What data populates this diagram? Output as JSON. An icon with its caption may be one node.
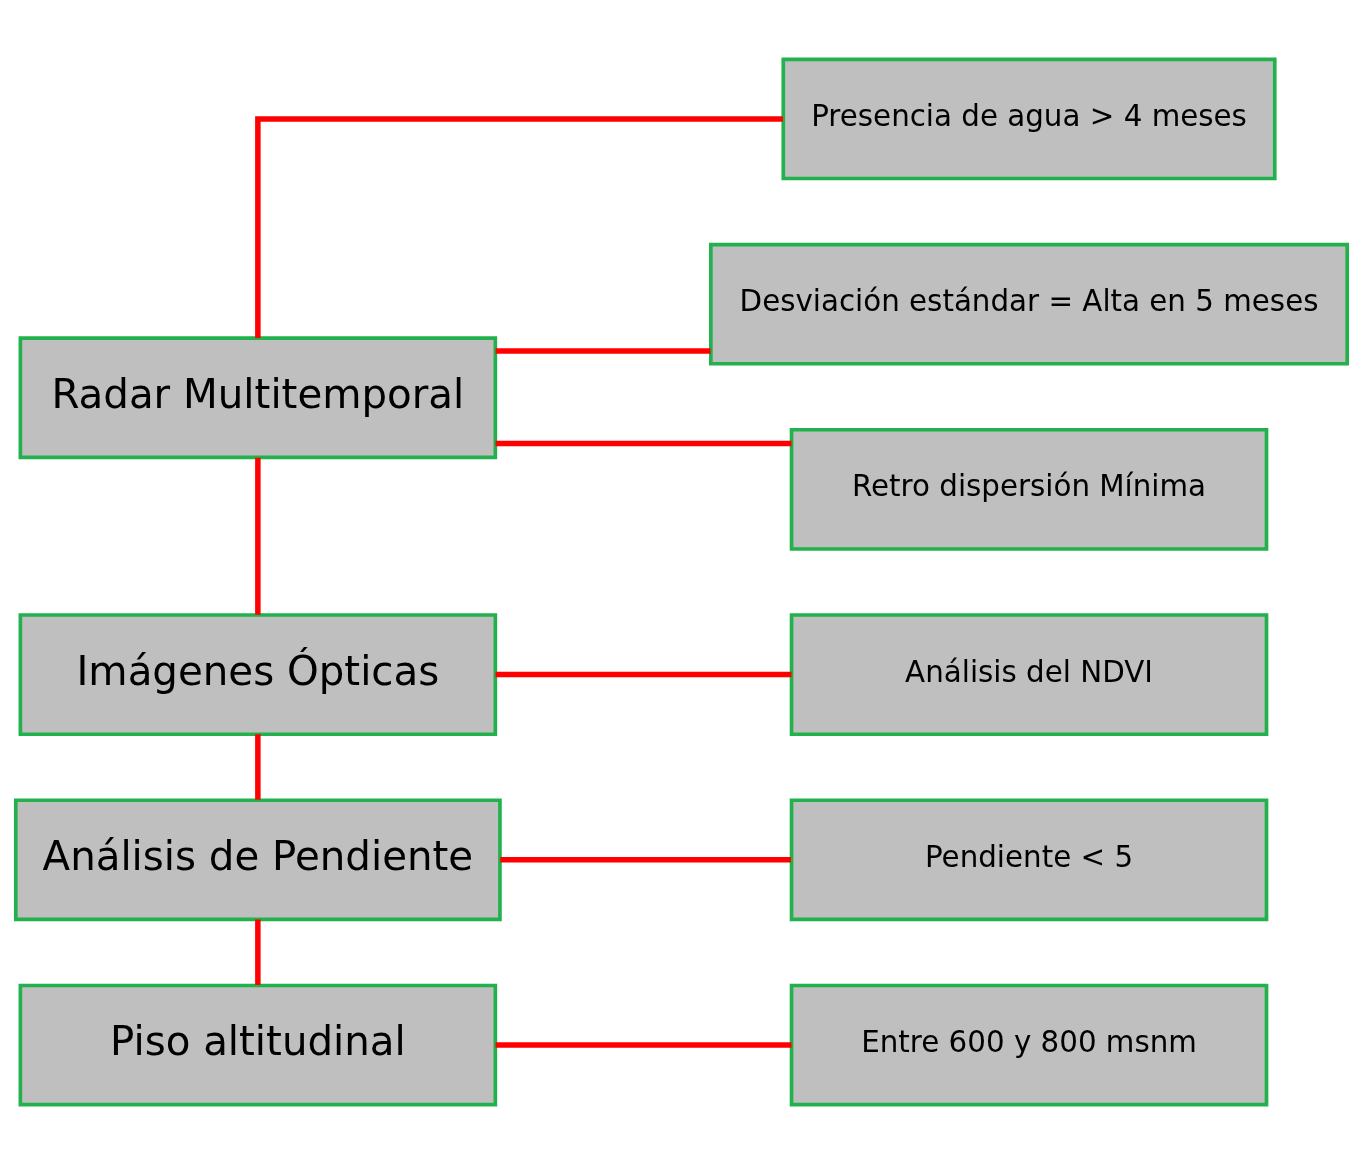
{
  "diagram": {
    "nodes": [
      {
        "text": [
          "Radar Multitemporal"
        ]
      },
      {
        "text": [
          "Presencia de agua > 4 meses"
        ]
      },
      {
        "text": [
          "Desviación estándar = Alta en 5 meses"
        ]
      },
      {
        "text": [
          "Retro dispersión Mínima"
        ]
      },
      {
        "text": [
          "Imágenes Ópticas"
        ]
      },
      {
        "text": [
          "Análisis del NDVI"
        ]
      },
      {
        "text": [
          "Análisis de Pendiente"
        ]
      },
      {
        "text": [
          "Pendiente < 5"
        ]
      },
      {
        "text": [
          "Piso altitudinal"
        ]
      },
      {
        "text": [
          "Entre 600 y 800 msnm"
        ]
      }
    ],
    "edges": [
      {
        "from": 0,
        "to": 1,
        "arrow": "none"
      },
      {
        "from": 0,
        "to": 2,
        "arrow": "none"
      },
      {
        "from": 0,
        "to": 3,
        "arrow": "none"
      },
      {
        "from": 0,
        "to": 4,
        "arrow": "none"
      },
      {
        "from": 4,
        "to": 5,
        "arrow": "none"
      },
      {
        "from": 4,
        "to": 6,
        "arrow": "none"
      },
      {
        "from": 6,
        "to": 7,
        "arrow": "none"
      },
      {
        "from": 6,
        "to": 8,
        "arrow": "none"
      },
      {
        "from": 8,
        "to": 9,
        "arrow": "none"
      }
    ]
  }
}
